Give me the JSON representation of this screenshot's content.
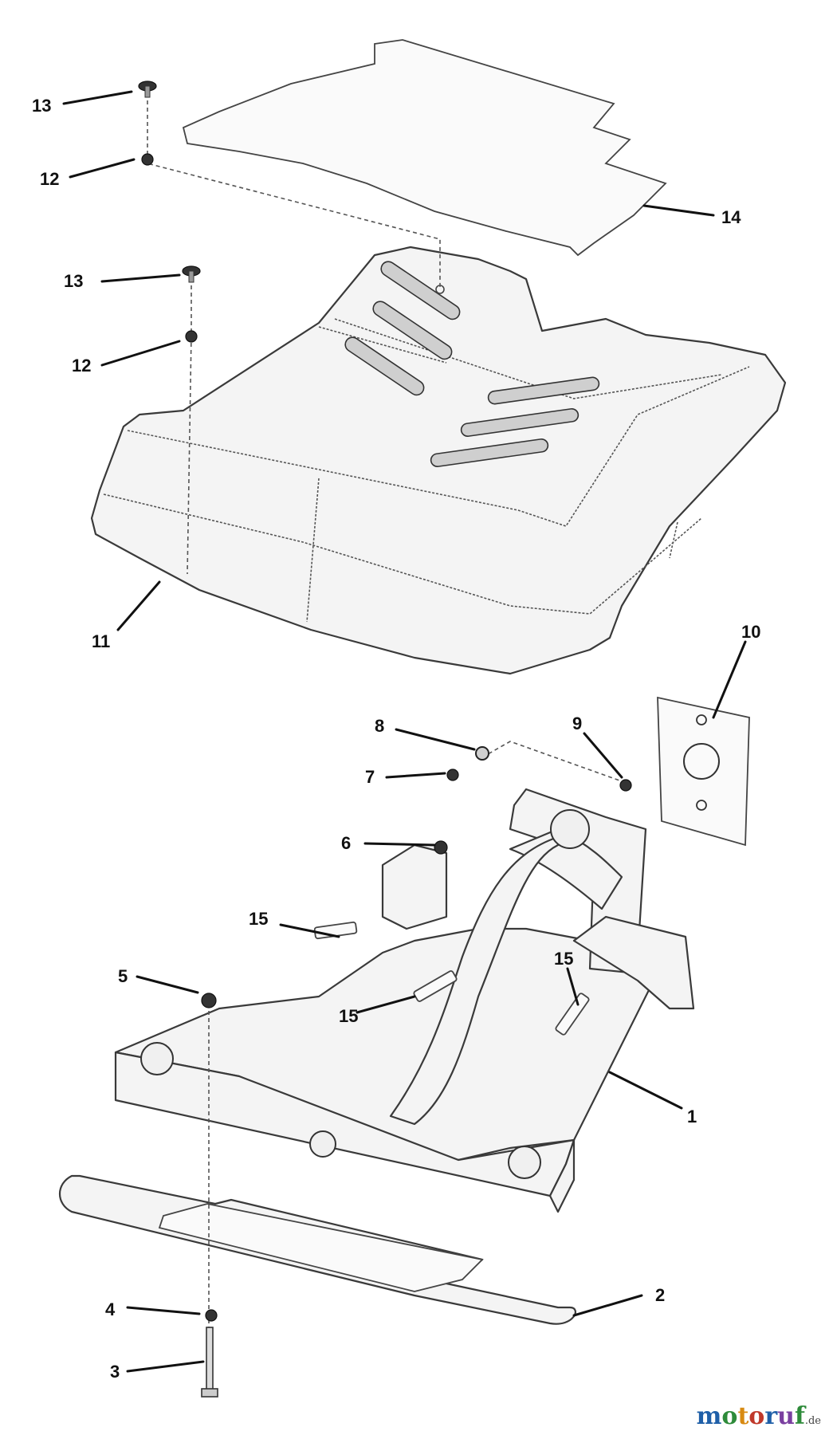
{
  "callouts": {
    "c1": "1",
    "c2": "2",
    "c3": "3",
    "c4": "4",
    "c5": "5",
    "c6": "6",
    "c7": "7",
    "c8": "8",
    "c9": "9",
    "c10": "10",
    "c11": "11",
    "c12a": "12",
    "c12b": "12",
    "c13a": "13",
    "c13b": "13",
    "c14": "14",
    "c15a": "15",
    "c15b": "15",
    "c15c": "15"
  },
  "watermark": {
    "text": "motoruf",
    "tld": ".de",
    "colors": [
      "#1f5fa8",
      "#2e8b3a",
      "#d88a12",
      "#c0392b",
      "#1f5fa8",
      "#7a3fa0",
      "#2e8b3a"
    ]
  }
}
